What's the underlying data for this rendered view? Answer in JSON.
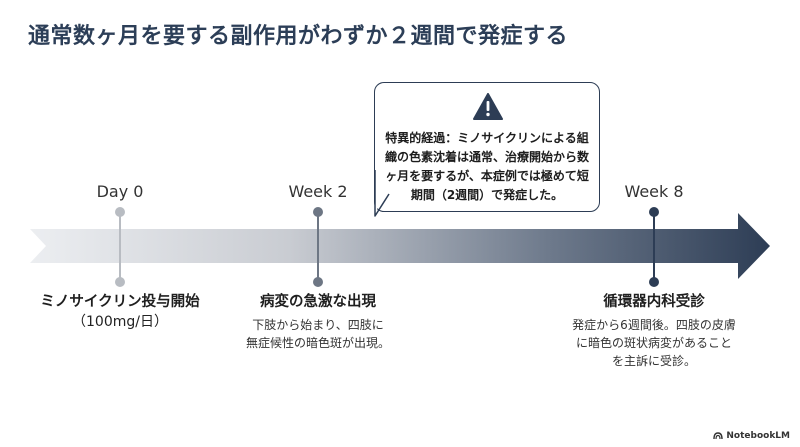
{
  "title": "通常数ヶ月を要する副作用がわずか２週間で発症する",
  "markers": [
    {
      "label": "Day 0",
      "position": "start"
    },
    {
      "label": "Week 2",
      "position": "early"
    },
    {
      "label": "Week 8",
      "position": "late"
    }
  ],
  "events": [
    {
      "title": "ミノサイクリン投与開始",
      "sub": "（100mg/日）",
      "desc": []
    },
    {
      "title": "病変の急激な出現",
      "desc": [
        "下肢から始まり、四肢に",
        "無症候性の暗色斑が出現。"
      ]
    },
    {
      "title": "循環器内科受診",
      "desc": [
        "発症から6週間後。四肢の皮膚",
        "に暗色の斑状病変があること",
        "を主訴に受診。"
      ]
    }
  ],
  "callout": {
    "icon": "warning-icon",
    "lines": [
      "特異的経過：ミノサイクリンによる組",
      "織の色素沈着は通常、治療開始から数",
      "ヶ月を要するが、本症例では極めて短",
      "期間（2週間）で発症した。"
    ]
  },
  "brand": {
    "name": "NotebookLM",
    "icon": "notebooklm-logo-icon"
  },
  "colors": {
    "title": "#2c3e57",
    "arrow_dark": "#2d3d55",
    "arrow_light": "#e6e8ec",
    "marker_light": "#b8bcc2"
  }
}
